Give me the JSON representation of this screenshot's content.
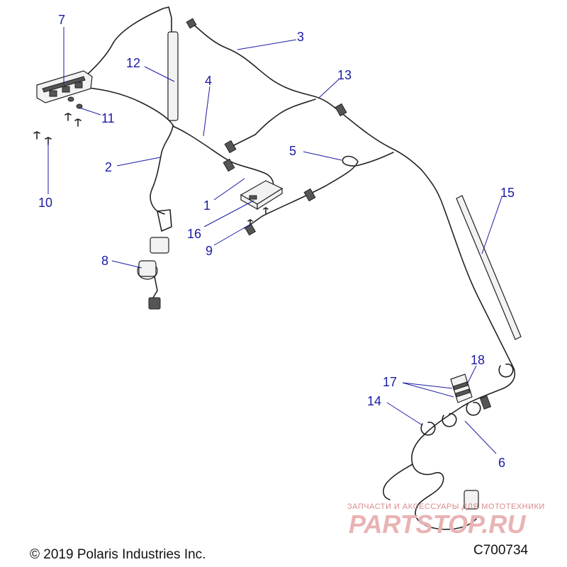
{
  "callouts": [
    "7",
    "12",
    "4",
    "3",
    "13",
    "11",
    "5",
    "2",
    "10",
    "1",
    "16",
    "9",
    "8",
    "15",
    "18",
    "17",
    "14",
    "6"
  ],
  "footer": {
    "copyright": "© 2019 Polaris Industries Inc.",
    "diagram_code": "C700734"
  },
  "watermark": {
    "tagline": "ЗАПЧАСТИ И АКСЕССУАРЫ ДЛЯ МОТОТЕХНИКИ",
    "brand": "PARTSTOP.RU"
  },
  "colors": {
    "callout": "#1a1aa6",
    "line": "#222222",
    "watermark": "#e9b3b3"
  }
}
